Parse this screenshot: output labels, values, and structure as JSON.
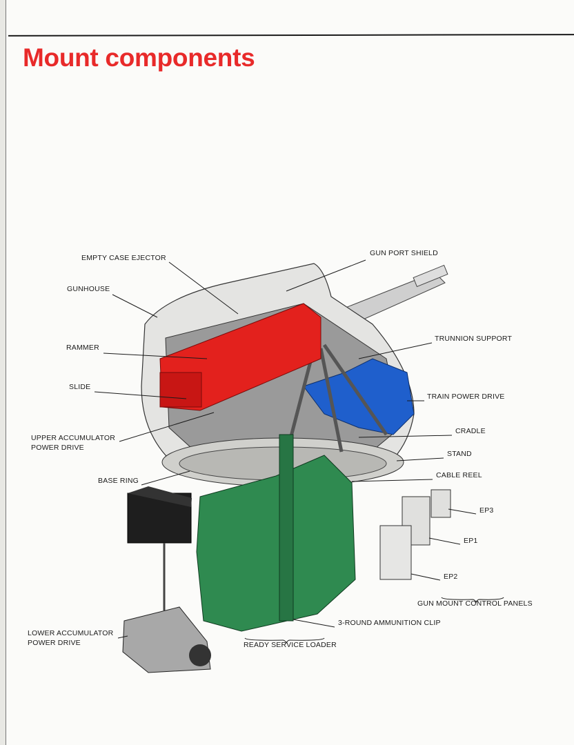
{
  "page": {
    "title": "Mount components"
  },
  "colors": {
    "title": "#e82a2a",
    "rammer": "#e3211d",
    "train_drive": "#1f5fcc",
    "loader": "#2f8a50"
  },
  "labels": {
    "empty_case_ejector": "EMPTY CASE EJECTOR",
    "gun_port_shield": "GUN PORT SHIELD",
    "gunhouse": "GUNHOUSE",
    "trunnion_support": "TRUNNION SUPPORT",
    "rammer": "RAMMER",
    "slide": "SLIDE",
    "train_power_drive": "TRAIN POWER DRIVE",
    "upper_accumulator_1": "UPPER ACCUMULATOR",
    "upper_accumulator_2": "POWER DRIVE",
    "cradle": "CRADLE",
    "stand": "STAND",
    "base_ring": "BASE RING",
    "cable_reel": "CABLE REEL",
    "ep3": "EP3",
    "ep1": "EP1",
    "ep2": "EP2",
    "gun_mount_control_panels": "GUN MOUNT CONTROL PANELS",
    "lower_accumulator_1": "LOWER ACCUMULATOR",
    "lower_accumulator_2": "POWER DRIVE",
    "ammunition_clip": "3-ROUND AMMUNITION CLIP",
    "ready_service_loader": "READY SERVICE LOADER"
  }
}
